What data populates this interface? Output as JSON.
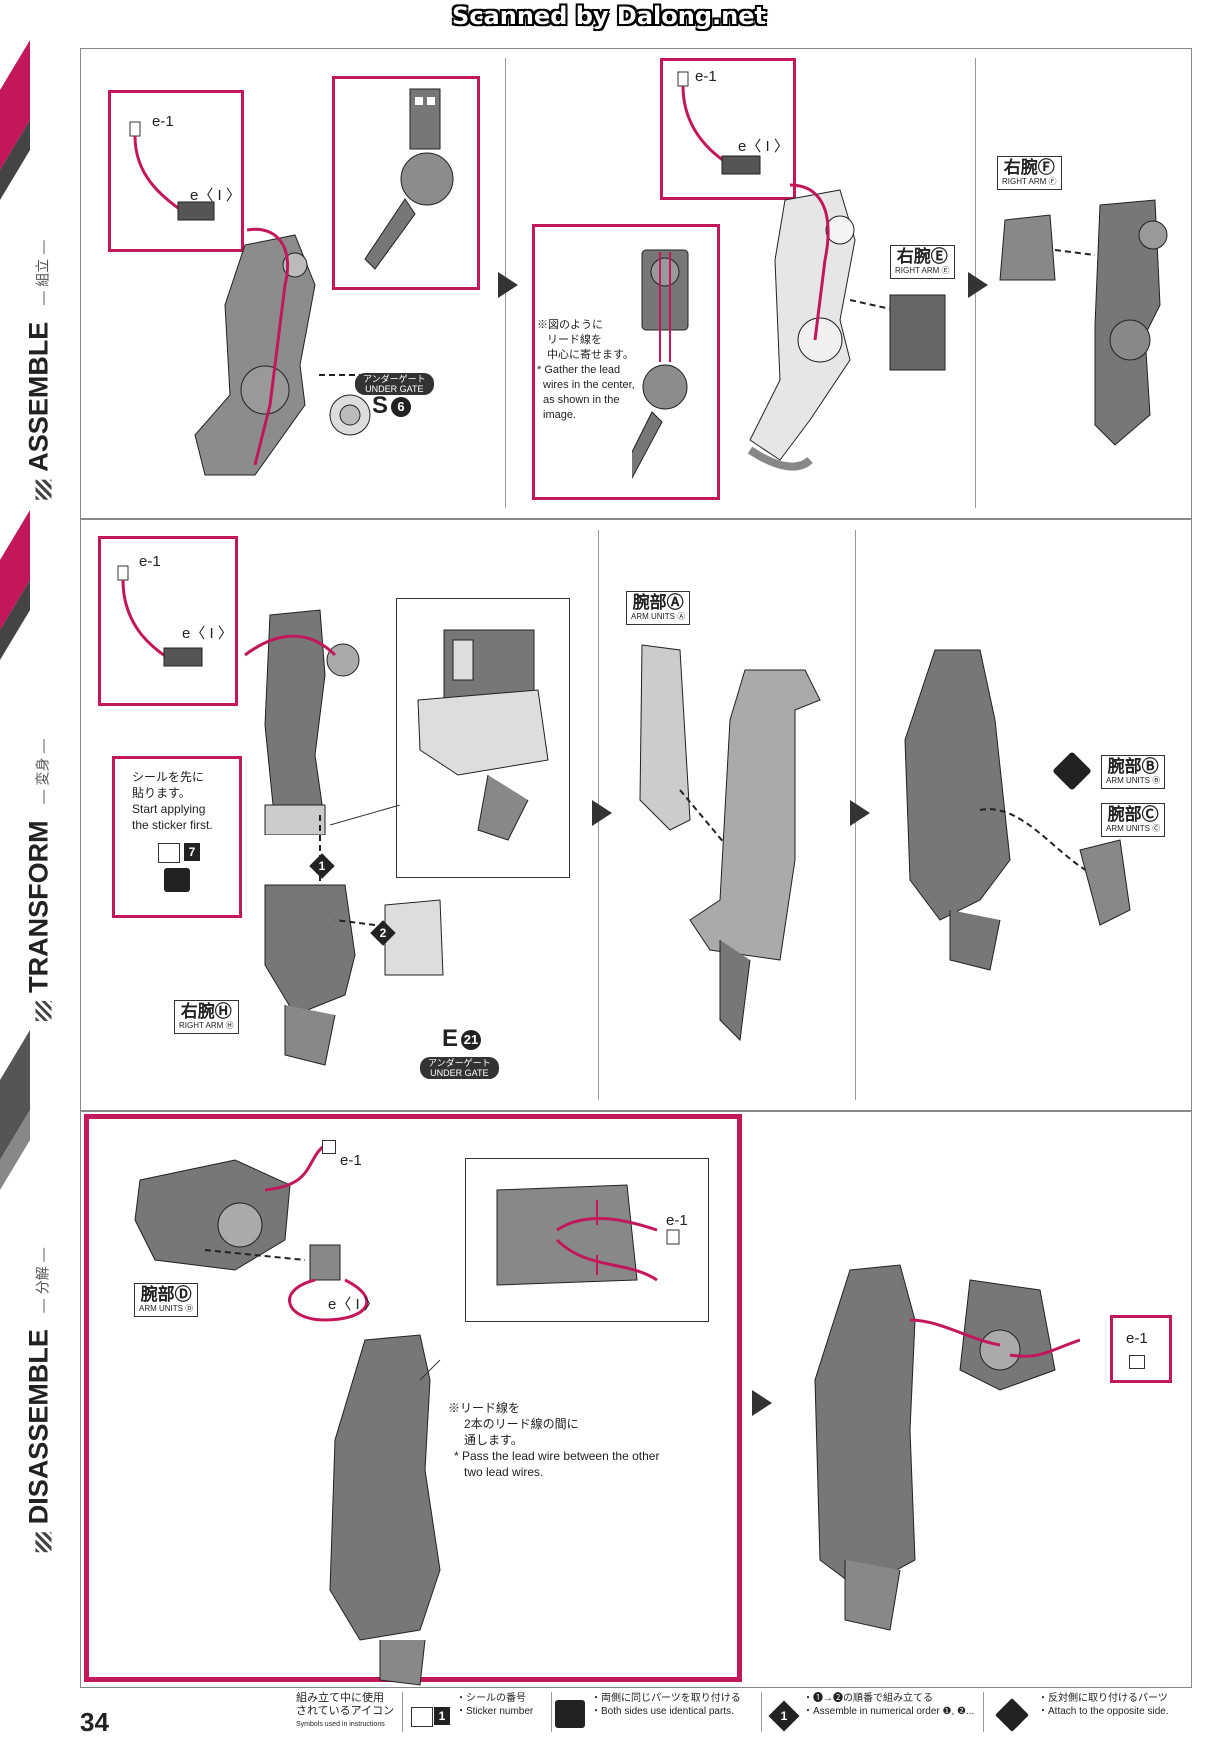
{
  "watermark": "Scanned by Dalong.net",
  "page_number": "34",
  "sidebar": {
    "assemble": {
      "en": "ASSEMBLE",
      "jp": "組立"
    },
    "transform": {
      "en": "TRANSFORM",
      "jp": "変身"
    },
    "disassemble": {
      "en": "DISASSEMBLE",
      "jp": "分解"
    }
  },
  "colors": {
    "accent": "#c2185b",
    "part_gray": "#8c8c8c",
    "part_light": "#d9d9d9",
    "line": "#333333"
  },
  "step1": {
    "wire_e1": "e-1",
    "wire_eI": "e〈 I 〉",
    "under_gate_jp": "アンダーゲート",
    "under_gate_en": "UNDER GATE",
    "part_code": "S",
    "part_num": "6"
  },
  "step2": {
    "wire_e1": "e-1",
    "wire_eI": "e〈 I 〉",
    "note_jp_1": "※図のように",
    "note_jp_2": "リード線を",
    "note_jp_3": "中心に寄せます。",
    "note_en_1": "* Gather the lead",
    "note_en_2": "wires in the center,",
    "note_en_3": "as shown in the",
    "note_en_4": "image.",
    "badge_jp": "右腕Ⓔ",
    "badge_en": "RIGHT ARM Ⓔ"
  },
  "step3": {
    "badge_jp": "右腕Ⓕ",
    "badge_en": "RIGHT ARM Ⓕ"
  },
  "step4": {
    "wire_e1": "e-1",
    "wire_eI": "e〈 I 〉",
    "sticker_jp_1": "シールを先に",
    "sticker_jp_2": "貼ります。",
    "sticker_en_1": "Start applying",
    "sticker_en_2": "the sticker first.",
    "sticker_num": "7",
    "order_1": "1",
    "order_2": "2",
    "badge_jp": "右腕Ⓗ",
    "badge_en": "RIGHT ARM Ⓗ",
    "part_code": "E",
    "part_num": "21",
    "under_gate_jp": "アンダーゲート",
    "under_gate_en": "UNDER GATE"
  },
  "step5": {
    "badge_jp": "腕部Ⓐ",
    "badge_en": "ARM UNITS Ⓐ"
  },
  "step6": {
    "badge_b_jp": "腕部Ⓑ",
    "badge_b_en": "ARM UNITS Ⓑ",
    "badge_c_jp": "腕部Ⓒ",
    "badge_c_en": "ARM UNITS Ⓒ"
  },
  "step7": {
    "wire_e1": "e-1",
    "wire_e1b": "e-1",
    "wire_eI": "e〈 I 〉",
    "badge_jp": "腕部Ⓓ",
    "badge_en": "ARM UNITS Ⓓ",
    "note_jp_1": "※リード線を",
    "note_jp_2": "2本のリード線の間に",
    "note_jp_3": "通します。",
    "note_en_1": "* Pass the lead wire between the other",
    "note_en_2": "two lead wires."
  },
  "step8": {
    "wire_e1": "e-1"
  },
  "legend": {
    "title_1": "組み立て中に使用",
    "title_2": "されているアイコン",
    "title_3": "Symbols used in instructions",
    "item1_jp": "・シールの番号",
    "item1_en": "・Sticker number",
    "item1_num": "1",
    "item2_jp": "・両側に同じパーツを取り付ける",
    "item2_en": "・Both sides use identical parts.",
    "item3_num": "1",
    "item3_jp": "・❶→❷の順番で組み立てる",
    "item3_en": "・Assemble in numerical order ❶, ❷...",
    "item4_jp": "・反対側に取り付けるパーツ",
    "item4_en": "・Attach to the opposite side."
  }
}
